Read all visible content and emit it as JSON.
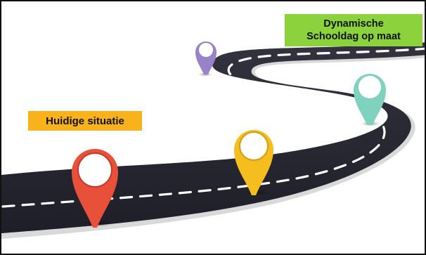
{
  "labels": {
    "current": "Huidige situatie",
    "goal_line1": "Dynamische",
    "goal_line2": "Schooldag op maat"
  },
  "colors": {
    "road": "#262632",
    "road_edge": "#dcdcdc",
    "dashes": "#ffffff",
    "current_label_bg": "#f8b21c",
    "goal_label_bg": "#8bd23c",
    "pin_red": "#e8503a",
    "pin_yellow": "#f5bd1e",
    "pin_purple": "#9a82c8",
    "pin_teal": "#7fd2bd"
  },
  "pins": [
    {
      "name": "red-pin",
      "color": "#e8503a"
    },
    {
      "name": "yellow-pin",
      "color": "#f5bd1e"
    },
    {
      "name": "purple-pin",
      "color": "#9a82c8"
    },
    {
      "name": "teal-pin",
      "color": "#7fd2bd"
    }
  ]
}
